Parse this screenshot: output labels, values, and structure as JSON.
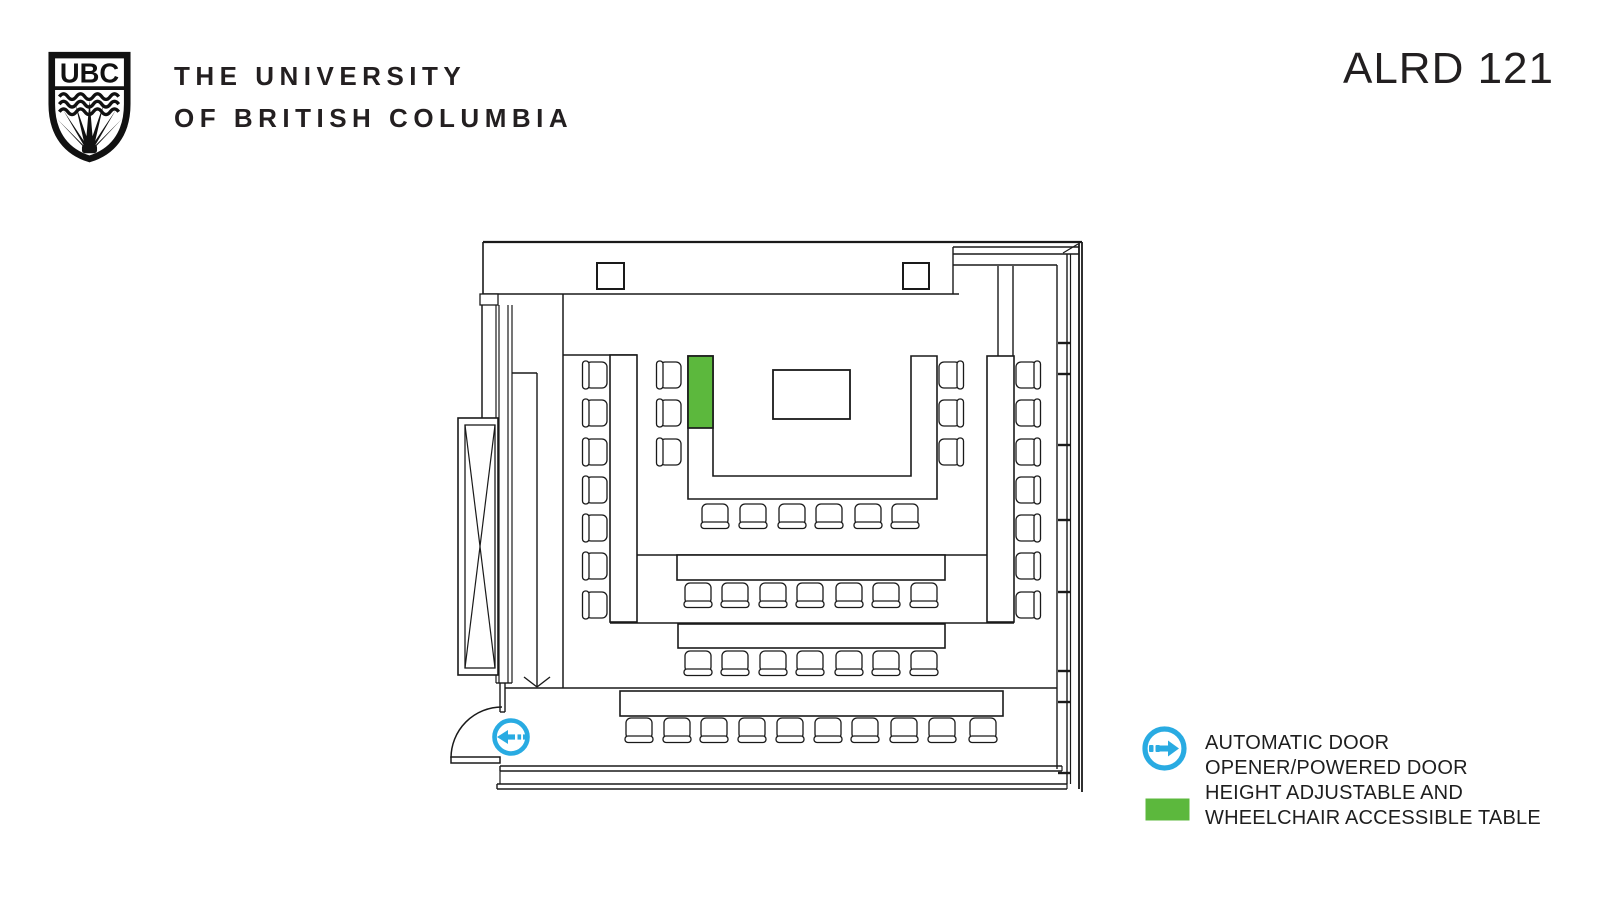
{
  "header": {
    "logo_monogram": "UBC",
    "institution_line1": "THE UNIVERSITY",
    "institution_line2": "OF BRITISH COLUMBIA",
    "room_code": "ALRD 121"
  },
  "floor_plan": {
    "type": "classroom seating plan",
    "seating": {
      "left_side_counter_seats": 7,
      "right_side_counter_seats": 7,
      "u_table_left_seats": 3,
      "u_table_right_seats": 3,
      "u_table_front_seats": 6,
      "second_row_seats": 7,
      "third_row_seats": 7,
      "back_row_seats": 10,
      "total_seats": 50
    },
    "features": {
      "accessible_table_location": "top of left arm of U-shaped table",
      "automatic_door_location": "bottom-left entrance",
      "lectern_table": "inside U-shaped table",
      "ceiling_columns": 2
    }
  },
  "legend": {
    "items": [
      {
        "id": "automatic-door",
        "label_line1": "AUTOMATIC DOOR",
        "label_line2": "OPENER/POWERED DOOR",
        "color": "#29ABE2"
      },
      {
        "id": "accessible-table",
        "label_line1": "HEIGHT ADJUSTABLE AND",
        "label_line2": "WHEELCHAIR ACCESSIBLE TABLE",
        "color": "#5CB83D"
      }
    ]
  },
  "colors": {
    "line": "#1A1A1A",
    "accent_blue": "#29ABE2",
    "accent_green": "#5CB83D",
    "text": "#231F20"
  }
}
